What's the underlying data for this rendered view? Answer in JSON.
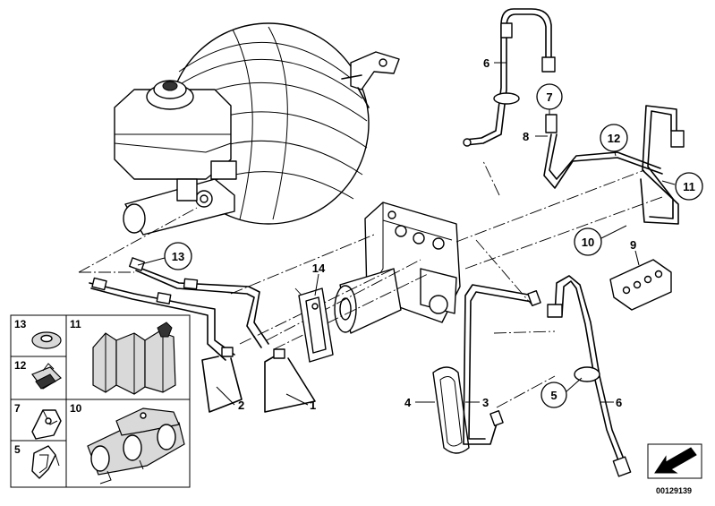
{
  "callouts": {
    "c1": "1",
    "c2": "2",
    "c3": "3",
    "c4": "4",
    "c5": "5",
    "c6a": "6",
    "c6b": "6",
    "c7": "7",
    "c8": "8",
    "c9": "9",
    "c10": "10",
    "c11": "11",
    "c12": "12",
    "c13": "13",
    "c14": "14"
  },
  "legend": {
    "items": [
      "13",
      "11",
      "12",
      "7",
      "10",
      "5"
    ]
  },
  "diagram_code": "00129139",
  "icons": {
    "navigation": "arrow-icon"
  }
}
